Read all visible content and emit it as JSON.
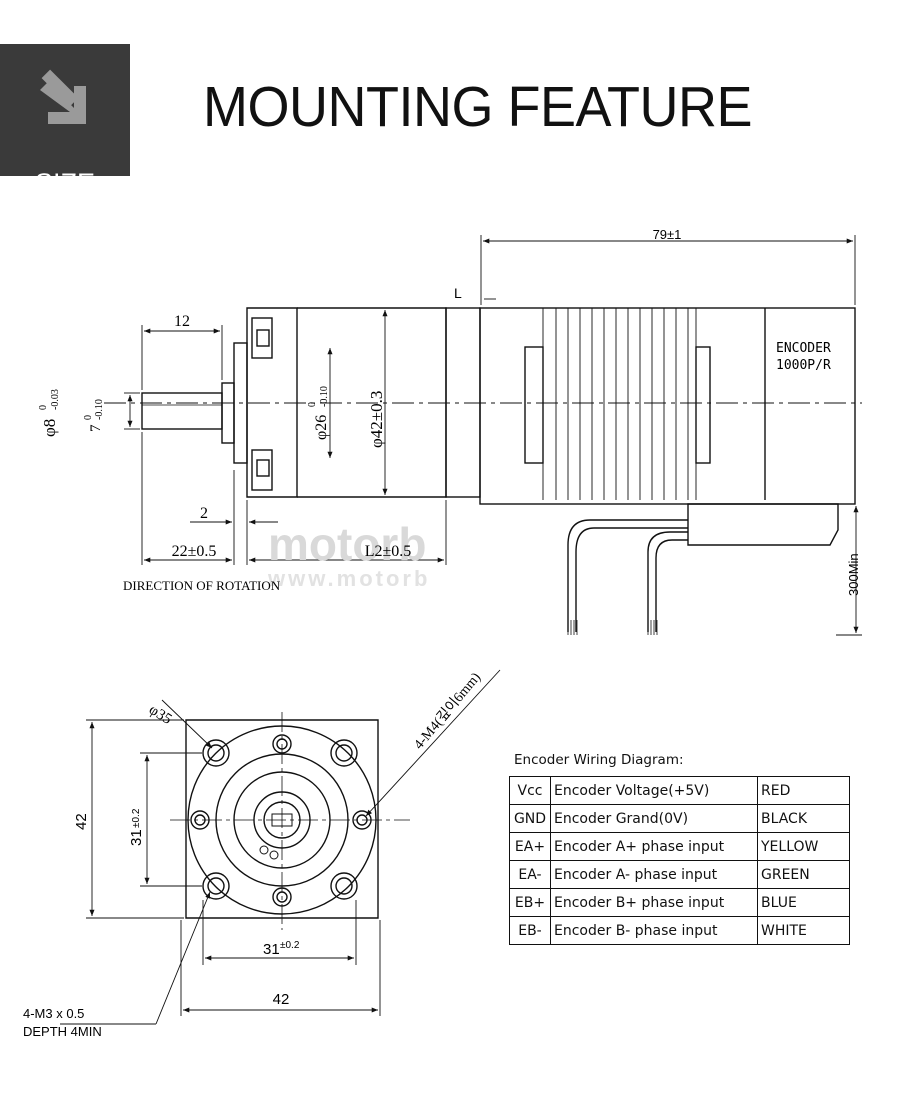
{
  "badge": {
    "label": "SIZE",
    "icon": "arrow-down-right-icon"
  },
  "title": "MOUNTING FEATURE",
  "side_view": {
    "dim_overall": "79±1",
    "dim_L": "L",
    "dim_shaft_len": "12",
    "dim_shaft_dia": "φ8",
    "dim_shaft_dia_tol_top": "0",
    "dim_shaft_dia_tol_bot": "-0.03",
    "dim_flat": "7",
    "dim_flat_tol_top": "0",
    "dim_flat_tol_bot": "-0.10",
    "dim_pilot": "φ26",
    "dim_pilot_tol_top": "0",
    "dim_pilot_tol_bot": "-0.10",
    "dim_body_dia": "φ42±0.3",
    "dim_2": "2",
    "dim_22": "22±0.5",
    "dim_L2": "L2±0.5",
    "dim_300": "300Min",
    "direction_label": "DIRECTION OF ROTATION",
    "encoder_label": "ENCODER",
    "encoder_res": "1000P/R",
    "watermark_1": "motorb",
    "watermark_2": "www.motorb"
  },
  "front_view": {
    "dim_35": "φ35",
    "dim_m4": "4-M4(깊이6mm)",
    "dim_42_v": "42",
    "dim_31_v": "31",
    "dim_31_v_tol": "±0.2",
    "dim_31_h": "31",
    "dim_31_h_tol": "±0.2",
    "dim_42_h": "42",
    "m3_line1": "4-M3 x 0.5",
    "m3_line2": "DEPTH 4MIN"
  },
  "wiring": {
    "caption": "Encoder Wiring Diagram:",
    "rows": [
      {
        "pin": "Vcc",
        "desc": "Encoder Voltage(+5V)",
        "color": "RED"
      },
      {
        "pin": "GND",
        "desc": "Encoder Grand(0V)",
        "color": "BLACK"
      },
      {
        "pin": "EA+",
        "desc": "Encoder A+ phase input",
        "color": "YELLOW"
      },
      {
        "pin": "EA-",
        "desc": "Encoder A- phase input",
        "color": "GREEN"
      },
      {
        "pin": "EB+",
        "desc": "Encoder B+ phase input",
        "color": "BLUE"
      },
      {
        "pin": "EB-",
        "desc": "Encoder B- phase input",
        "color": "WHITE"
      }
    ]
  }
}
